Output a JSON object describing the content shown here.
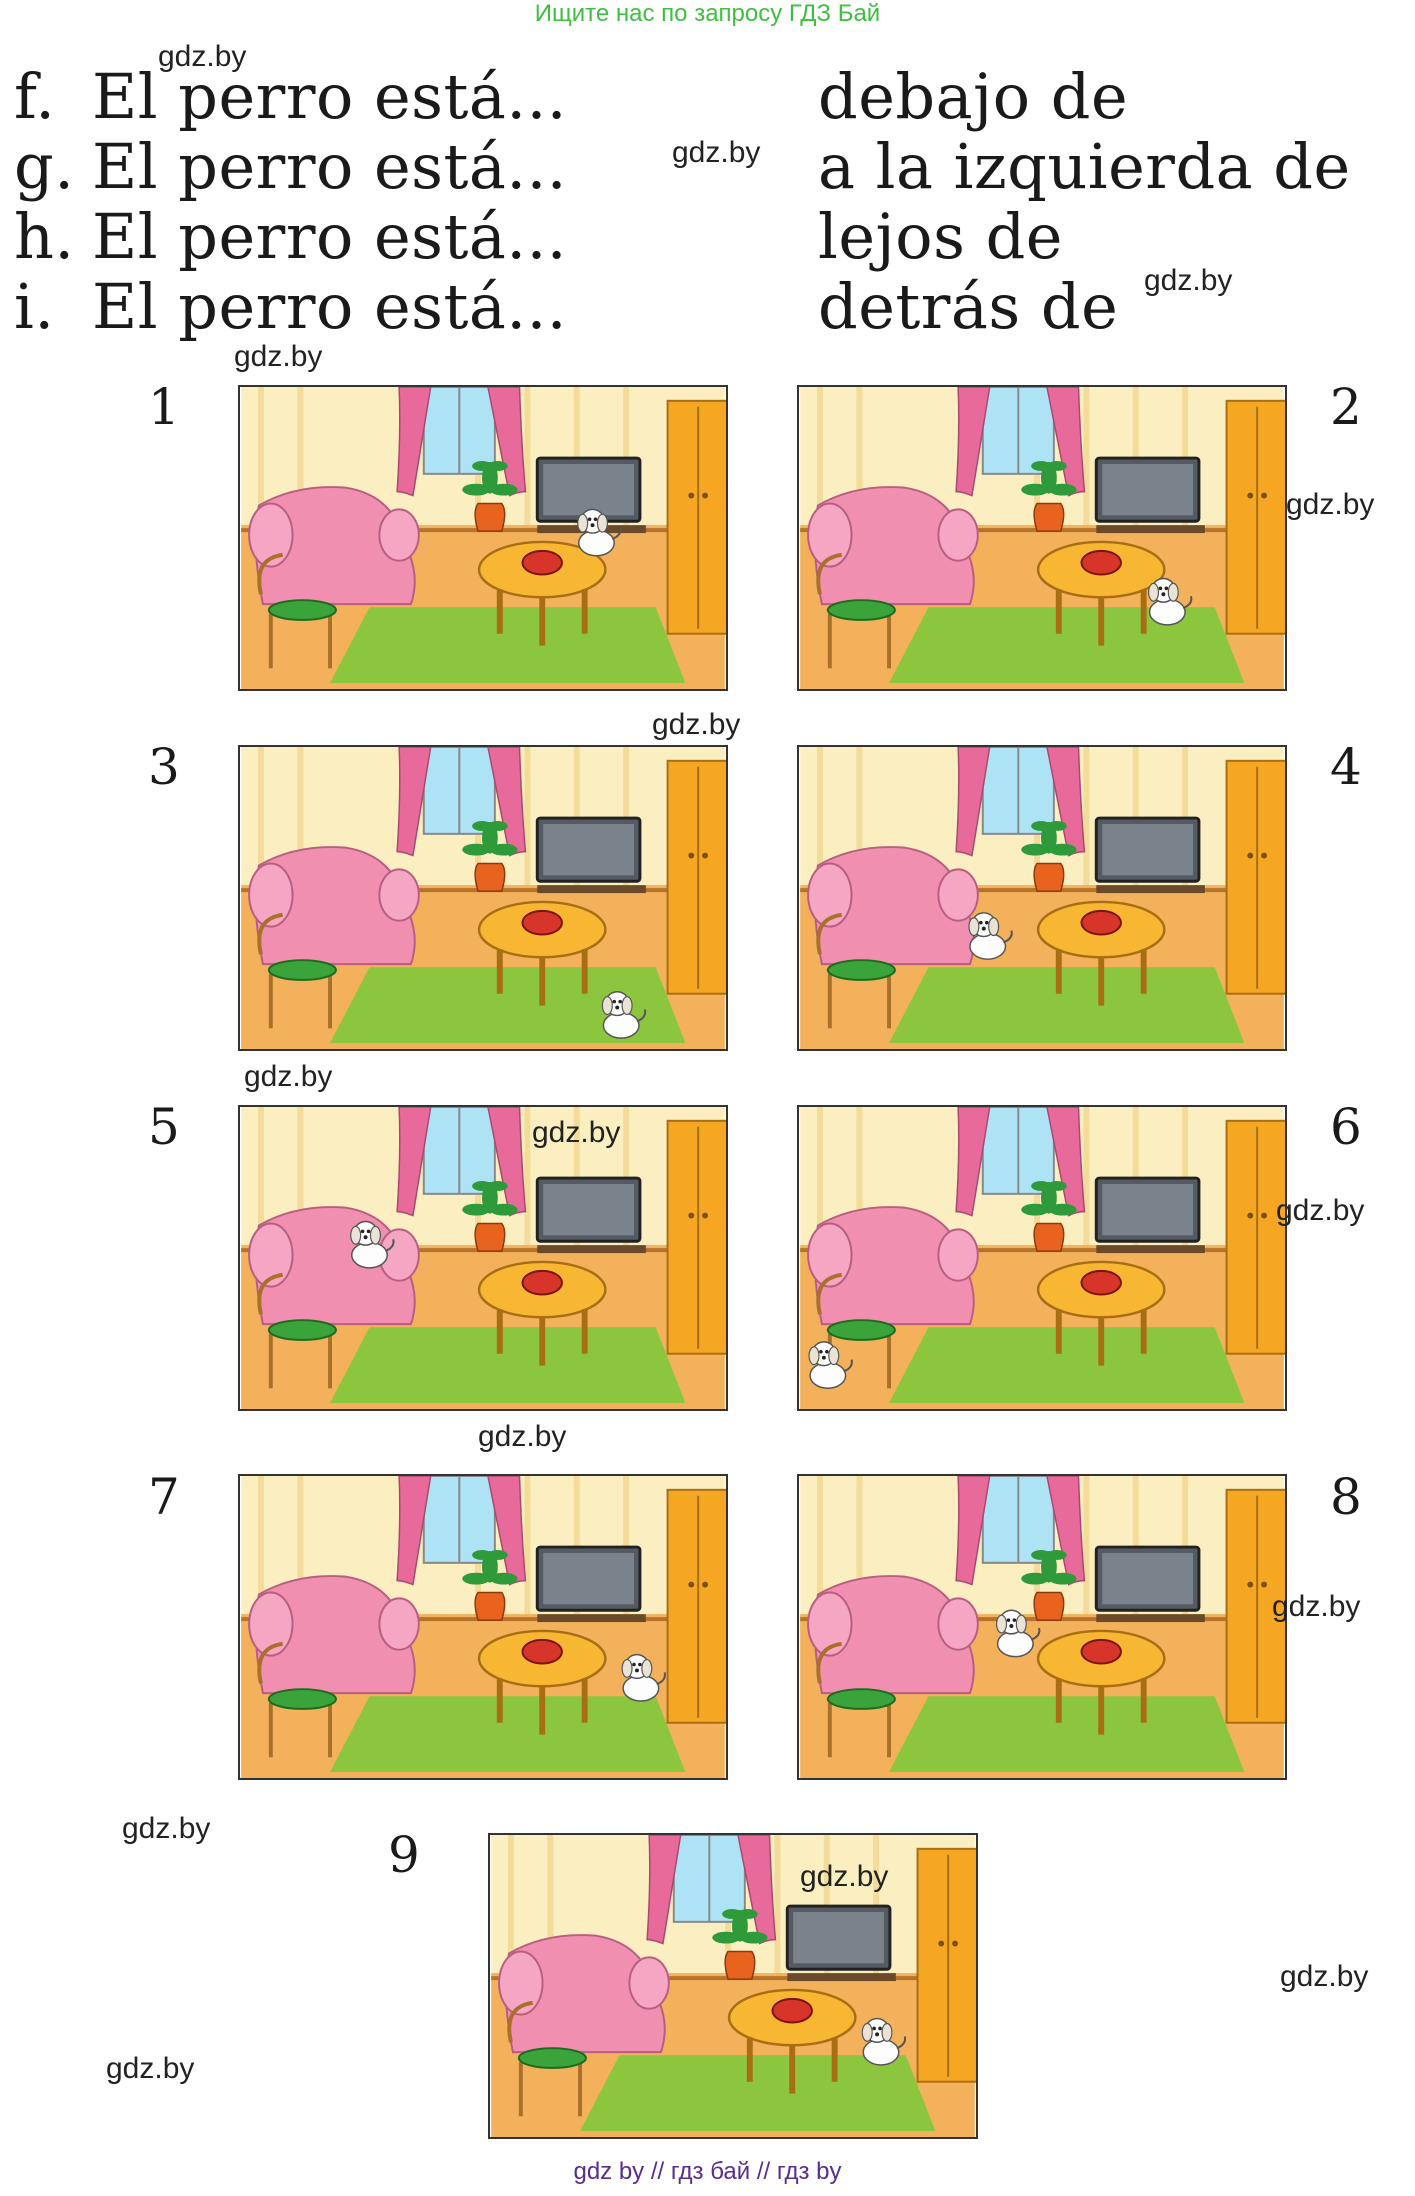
{
  "banner": "Ищите нас по запросу ГДЗ Бай",
  "sentences": [
    {
      "letter": "f.",
      "text": "El perro está..."
    },
    {
      "letter": "g.",
      "text": "El perro está..."
    },
    {
      "letter": "h.",
      "text": "El perro está..."
    },
    {
      "letter": "i.",
      "text": "El perro está..."
    }
  ],
  "prepositions": [
    "debajo de",
    "a la izquierda de",
    "lejos de",
    "detrás de"
  ],
  "watermark": "gdz.by",
  "pictures": [
    {
      "number": "1",
      "dog": "behind-table"
    },
    {
      "number": "2",
      "dog": "right-of-table"
    },
    {
      "number": "3",
      "dog": "far-from-table"
    },
    {
      "number": "4",
      "dog": "left-of-table"
    },
    {
      "number": "5",
      "dog": "on-sofa"
    },
    {
      "number": "6",
      "dog": "beside-chair"
    },
    {
      "number": "7",
      "dog": "right-on-carpet"
    },
    {
      "number": "8",
      "dog": "behind-sofa"
    },
    {
      "number": "9",
      "dog": "next-to-cabinet"
    }
  ],
  "colors": {
    "wall": "#fbeec0",
    "floor": "#f2b15a",
    "carpet": "#8cc63f",
    "sofa": "#f08fb0",
    "cabinet": "#f5a623",
    "table": "#f8b733",
    "curtain": "#e86a9a",
    "tv": "#555b63",
    "banner": "#3fbf3f",
    "footer": "#5a2d91"
  },
  "footer": "gdz by  //  гдз бай  //  гдз by"
}
